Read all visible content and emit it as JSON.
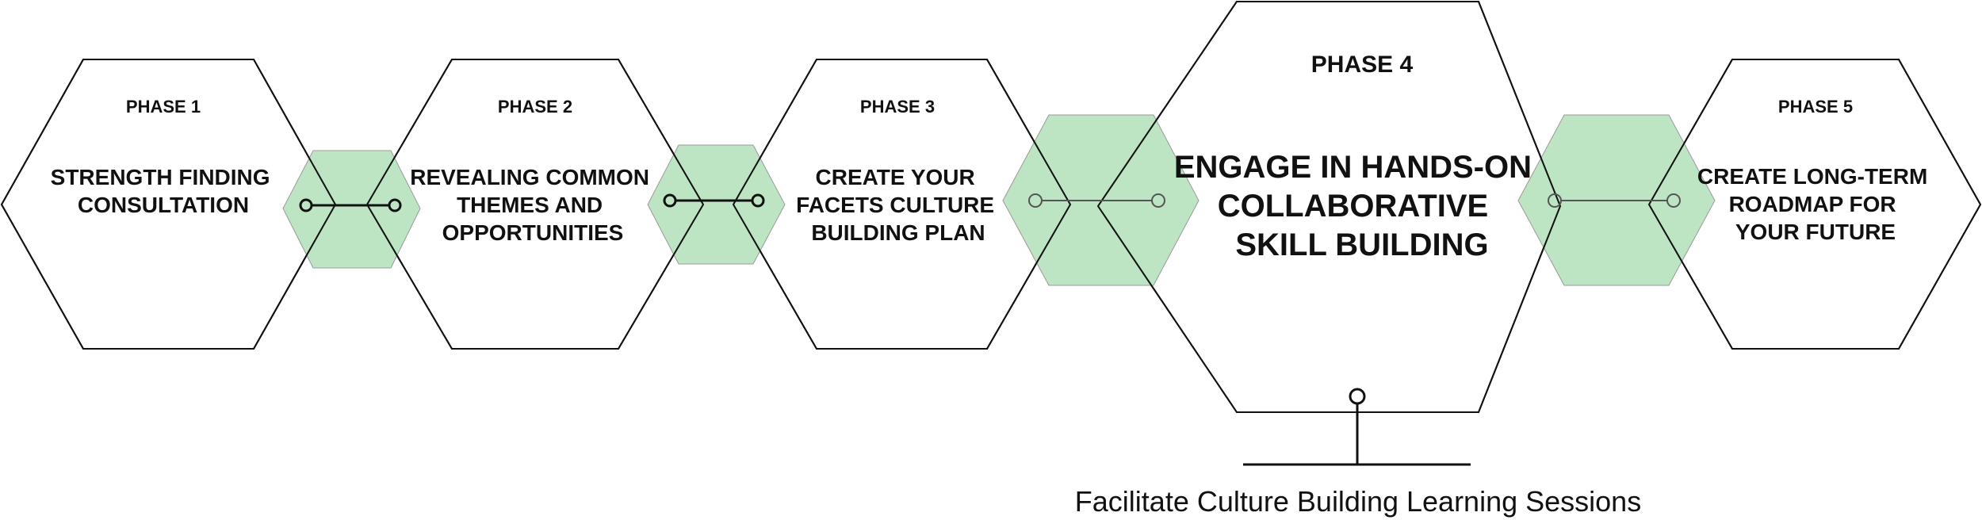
{
  "phases": [
    {
      "phase": "PHASE 1",
      "title_lines": [
        "STRENGTH FINDING",
        "CONSULTATION"
      ]
    },
    {
      "phase": "PHASE 2",
      "title_lines": [
        "REVEALING COMMON",
        "THEMES AND",
        "OPPORTUNITIES"
      ]
    },
    {
      "phase": "PHASE 3",
      "title_lines": [
        "CREATE YOUR",
        "FACETS CULTURE",
        "BUILDING PLAN"
      ]
    },
    {
      "phase": "PHASE 4",
      "title_lines": [
        "ENGAGE IN HANDS-ON",
        "COLLABORATIVE",
        "SKILL BUILDING"
      ]
    },
    {
      "phase": "PHASE 5",
      "title_lines": [
        "CREATE LONG-TERM",
        "ROADMAP FOR",
        "YOUR FUTURE"
      ]
    }
  ],
  "caption": "Facilitate Culture Building Learning Sessions",
  "colors": {
    "connector_fill": "#b2e0b8",
    "outline": "#111111"
  }
}
